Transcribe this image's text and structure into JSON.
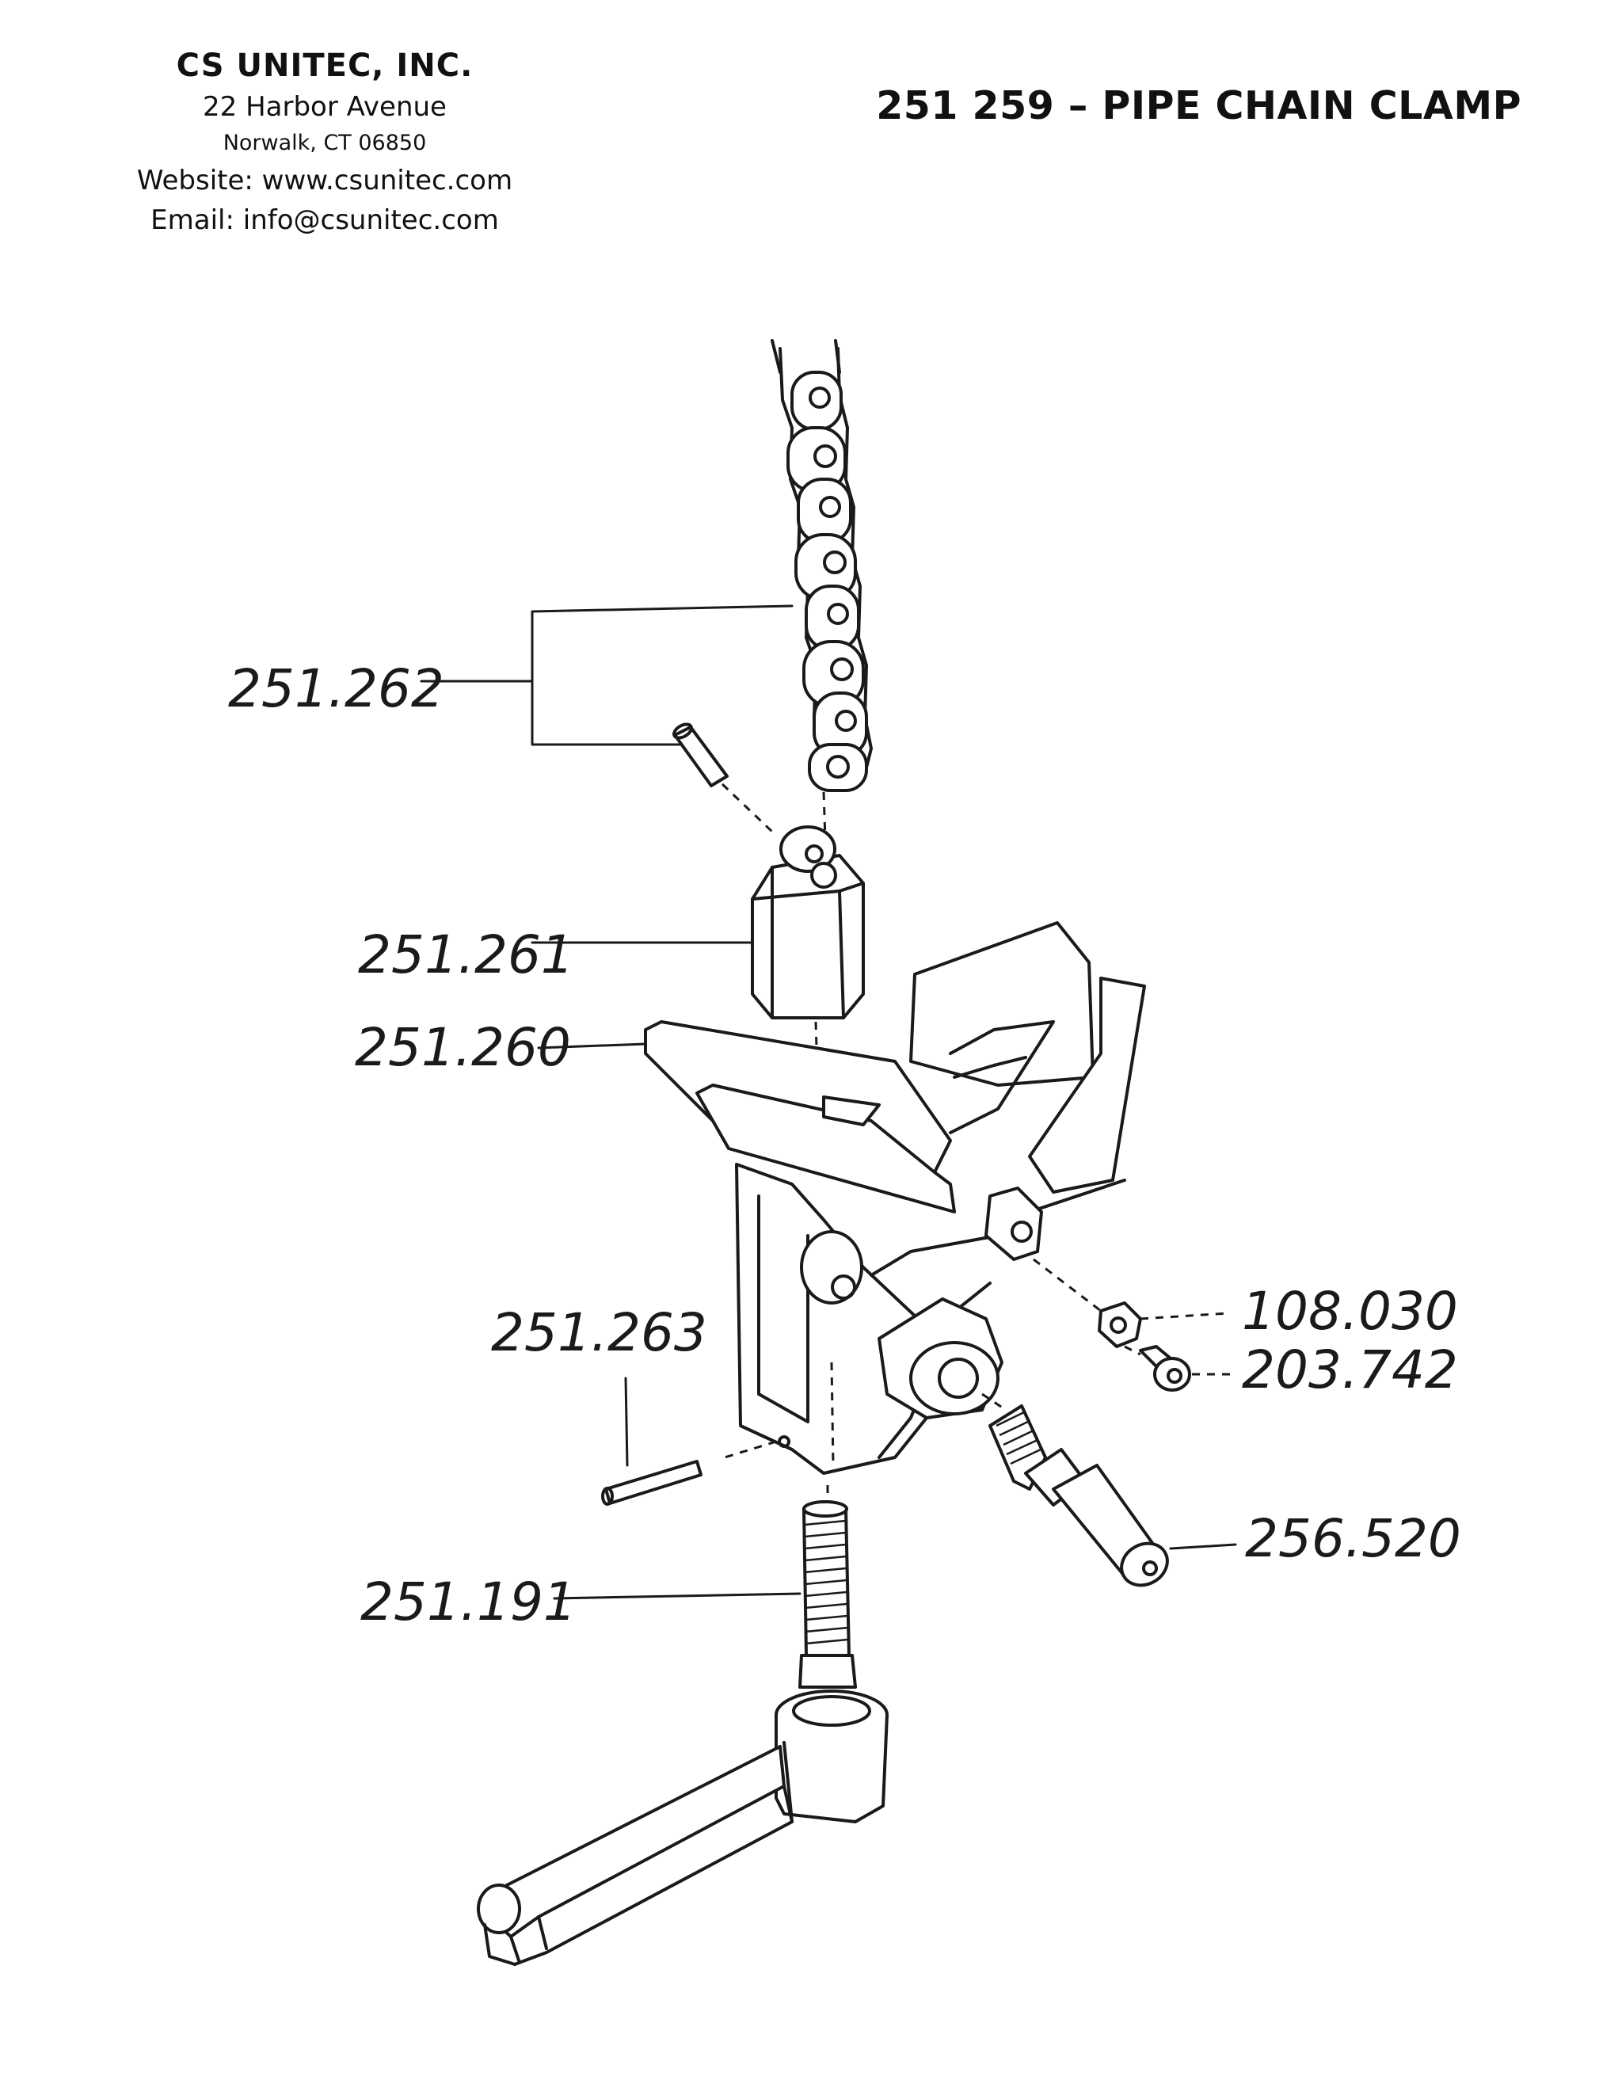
{
  "header": {
    "company": "CS UNITEC, INC.",
    "address_line1": "22 Harbor Avenue",
    "address_line2": "Norwalk, CT 06850",
    "website": "Website: www.csunitec.com",
    "email": "Email: info@csunitec.com",
    "title": "251 259 – PIPE CHAIN CLAMP"
  },
  "parts": {
    "chain": "251.262",
    "chain_block": "251.261",
    "v_bracket": "251.260",
    "pin": "251.263",
    "spindle_handle": "251.191",
    "nut": "108.030",
    "set_screw": "203.742",
    "bolt": "256.520"
  }
}
